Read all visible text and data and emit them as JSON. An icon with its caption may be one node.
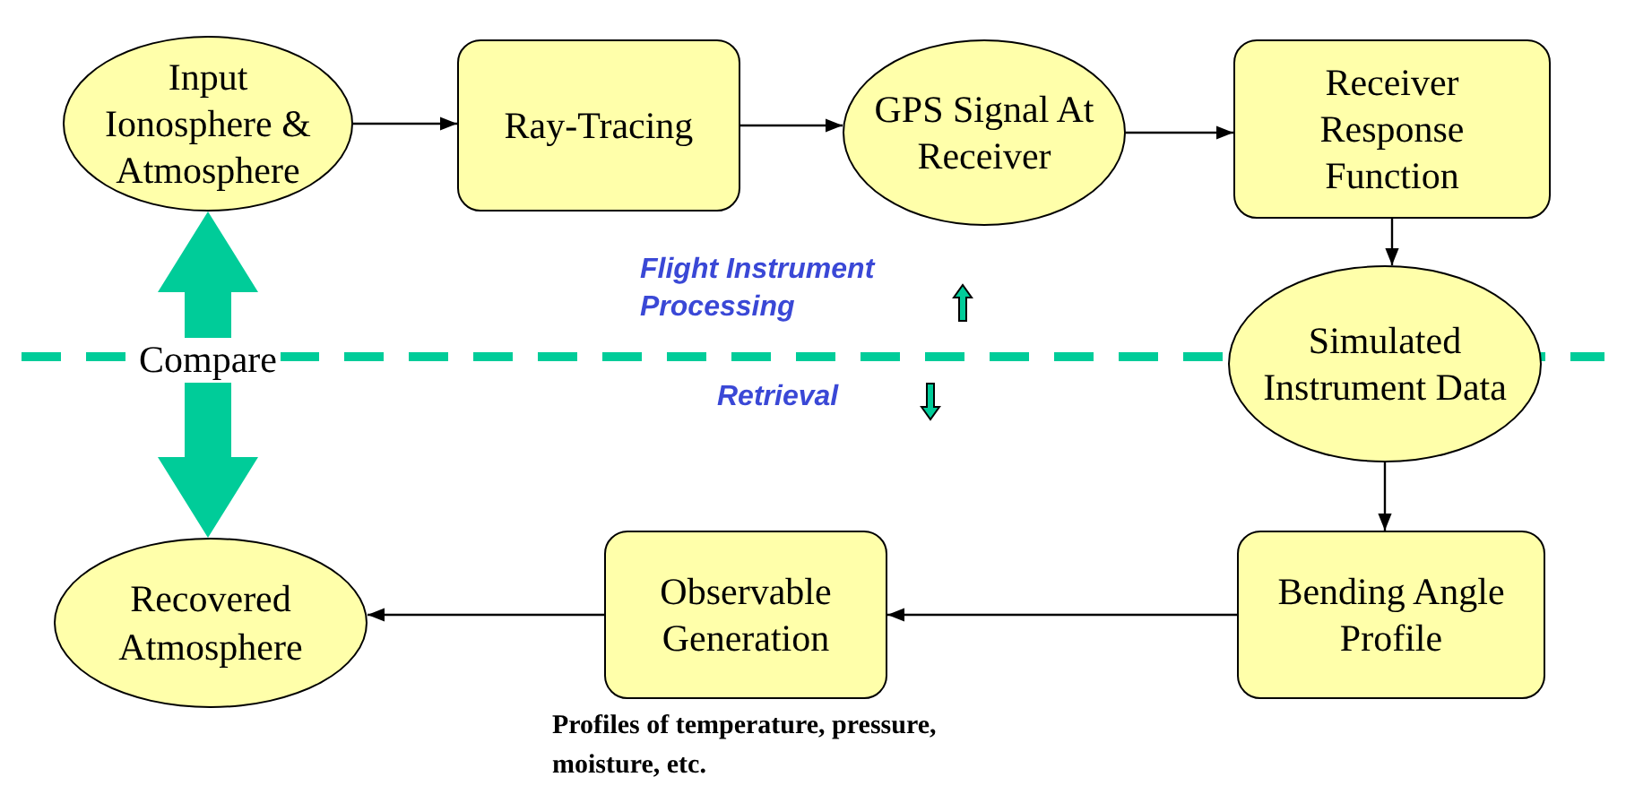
{
  "diagram": {
    "nodes": [
      {
        "text": [
          "Input Ionosphere & Atmosphere"
        ]
      },
      {
        "text": [
          "Ray-Tracing"
        ]
      },
      {
        "text": [
          "GPS Signal At Receiver"
        ]
      },
      {
        "text": [
          "Receiver Response Function"
        ]
      },
      {
        "text": [
          "Simulated Instrument Data"
        ]
      },
      {
        "text": [
          "Bending Angle Profile"
        ]
      },
      {
        "text": [
          "Observable Generation"
        ],
        "beside": [
          "Profiles of temperature, pressure, moisture, etc."
        ]
      },
      {
        "text": [
          "Recovered Atmosphere"
        ]
      }
    ],
    "edges": [
      {
        "from": 0,
        "to": 1,
        "arrow": "to"
      },
      {
        "from": 1,
        "to": 2,
        "arrow": "to"
      },
      {
        "from": 2,
        "to": 3,
        "arrow": "to"
      },
      {
        "from": 3,
        "to": 4,
        "arrow": "to"
      },
      {
        "from": 4,
        "to": 5,
        "arrow": "to"
      },
      {
        "from": 5,
        "to": 6,
        "arrow": "to"
      },
      {
        "from": 6,
        "to": 7,
        "arrow": "to"
      },
      {
        "from": 0,
        "to": 7,
        "arrow": "both",
        "label": "Compare",
        "style": "thick",
        "color": "#00cc99"
      }
    ],
    "labels": [
      "Flight Instrument Processing",
      "Retrieval"
    ]
  }
}
